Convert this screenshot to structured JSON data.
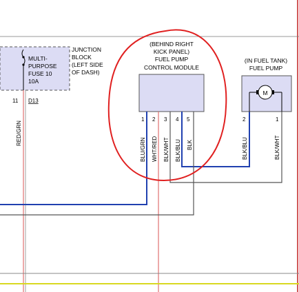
{
  "junction_block": {
    "title_lines": [
      "JUNCTION",
      "BLOCK",
      "(LEFT SIDE",
      "OF DASH)"
    ],
    "fuse_lines": [
      "MULTI-",
      "PURPOSE",
      "FUSE 10",
      "10A"
    ],
    "pins": [
      "11",
      "D13"
    ],
    "wire_label": "RED/GRN"
  },
  "control_module": {
    "title_lines": [
      "(BEHIND RIGHT",
      "KICK PANEL)",
      "FUEL PUMP",
      "CONTROL MODULE"
    ],
    "pins": [
      "1",
      "2",
      "3",
      "4",
      "5"
    ],
    "wire_labels": [
      "BLU/GRN",
      "WHT/RED",
      "BLK/WHT",
      "BLK/BLU",
      "BLK"
    ]
  },
  "fuel_pump": {
    "title_lines": [
      "(IN FUEL TANK)",
      "FUEL PUMP"
    ],
    "motor_symbol": "M",
    "pins": [
      "2",
      "1"
    ],
    "wire_labels": [
      "BLK/BLU",
      "BLK/WHT"
    ]
  },
  "colors": {
    "module_fill": "#dcdcf4",
    "border": "#555555",
    "red_wire": "#e07070",
    "blue_wire": "#2040b0",
    "yellow_wire": "#d8d820",
    "annotation": "#e02020",
    "frame": "#c02020"
  }
}
